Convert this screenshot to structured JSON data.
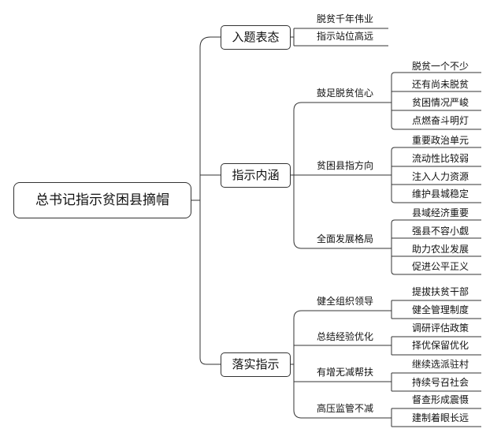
{
  "root": "总书记指示贫困县摘帽",
  "branches": [
    {
      "label": "入题表态",
      "children": [
        {
          "label": "脱贫千年伟业",
          "children": []
        },
        {
          "label": "指示站位高远",
          "children": []
        }
      ]
    },
    {
      "label": "指示内涵",
      "children": [
        {
          "label": "鼓足脱贫信心",
          "children": [
            "脱贫一个不少",
            "还有尚未脱贫",
            "贫困情况严峻",
            "点燃奋斗明灯"
          ]
        },
        {
          "label": "贫困县指方向",
          "children": [
            "重要政治单元",
            "流动性比较弱",
            "注入人力资源",
            "维护县城稳定"
          ]
        },
        {
          "label": "全面发展格局",
          "children": [
            "县域经济重要",
            "强县不容小觑",
            "助力农业发展",
            "促进公平正义"
          ]
        }
      ]
    },
    {
      "label": "落实指示",
      "children": [
        {
          "label": "健全组织领导",
          "children": [
            "提拔扶贫干部",
            "健全管理制度"
          ]
        },
        {
          "label": "总结经验优化",
          "children": [
            "调研评估政策",
            "择优保留优化"
          ]
        },
        {
          "label": "有增无减帮扶",
          "children": [
            "继续选派驻村",
            "持续号召社会"
          ]
        },
        {
          "label": "高压监管不减",
          "children": [
            "督查形成震慑",
            "建制着眼长远"
          ]
        }
      ]
    }
  ]
}
